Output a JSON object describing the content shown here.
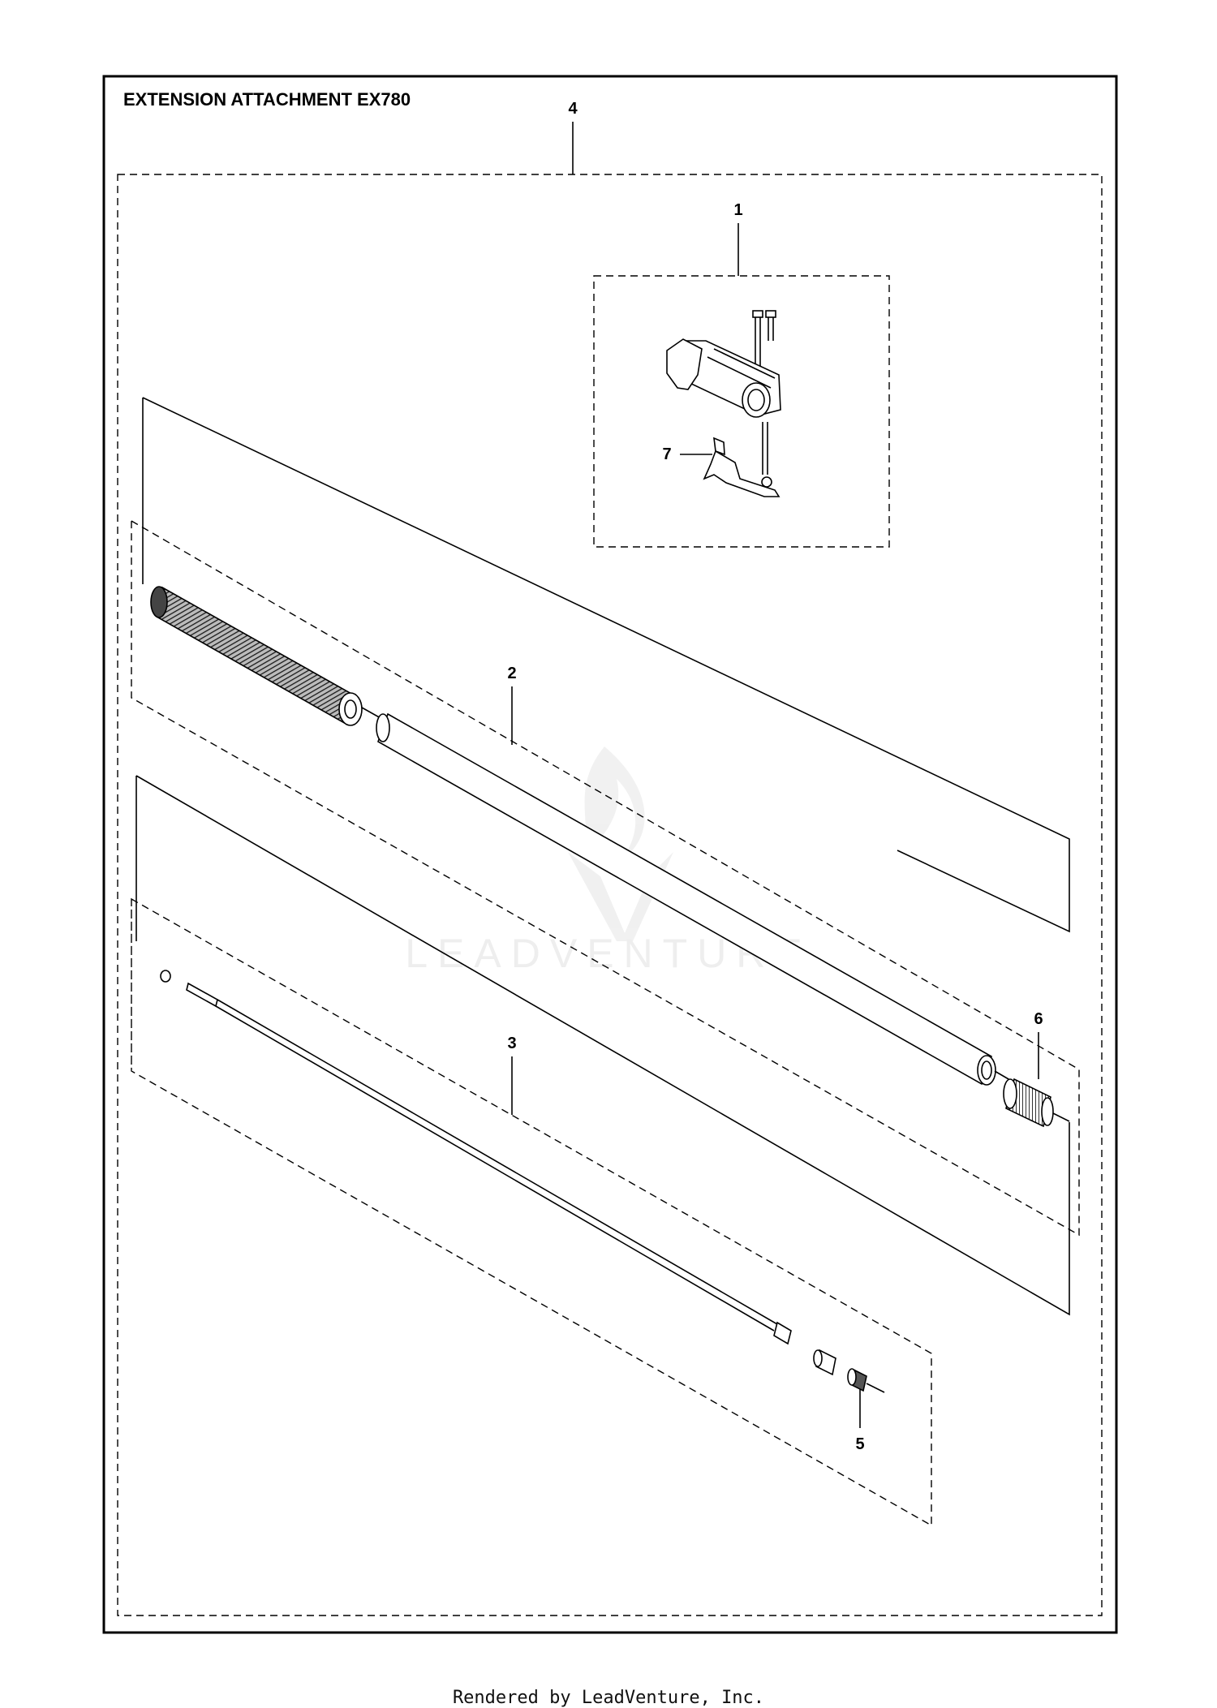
{
  "diagram": {
    "title": "EXTENSION ATTACHMENT EX780",
    "callouts": {
      "c1": "1",
      "c2": "2",
      "c3": "3",
      "c4": "4",
      "c5": "5",
      "c6": "6",
      "c7": "7"
    },
    "watermark": "LEADVENTURE"
  },
  "footer": {
    "text": "Rendered by LeadVenture, Inc."
  }
}
